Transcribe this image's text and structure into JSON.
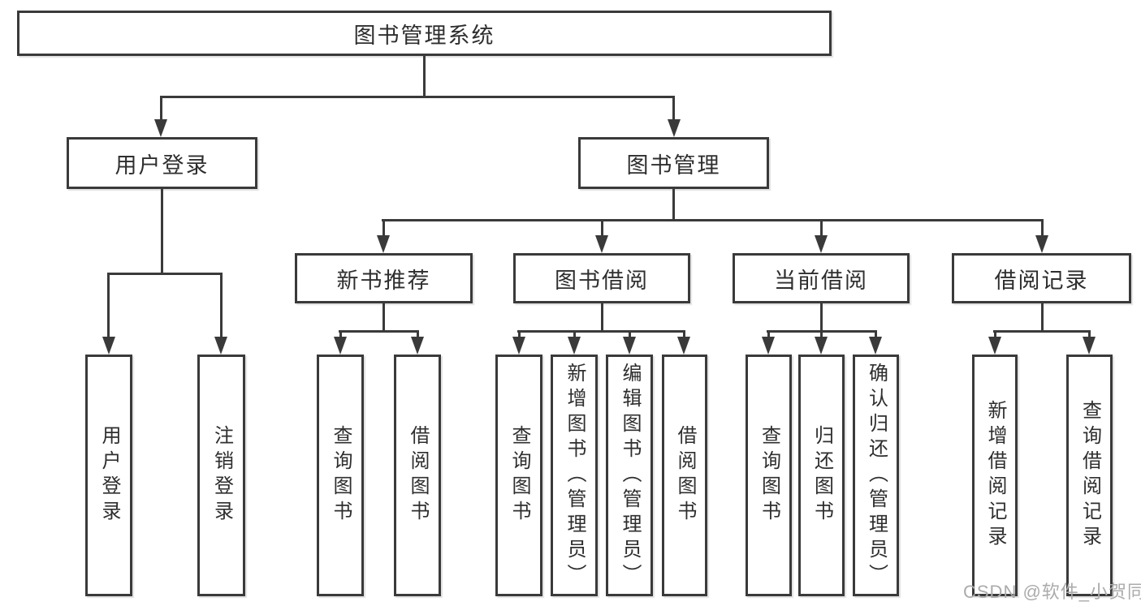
{
  "diagram_title": "图书管理系统",
  "tree": {
    "root": {
      "label": "图书管理系统"
    },
    "children": [
      {
        "label": "用户登录",
        "children": [
          {
            "label": "用户登录"
          },
          {
            "label": "注销登录"
          }
        ]
      },
      {
        "label": "图书管理",
        "children": [
          {
            "label": "新书推荐",
            "children": [
              {
                "label": "查询图书"
              },
              {
                "label": "借阅图书"
              }
            ]
          },
          {
            "label": "图书借阅",
            "children": [
              {
                "label": "查询图书"
              },
              {
                "label": "新增图书（管理员）"
              },
              {
                "label": "编辑图书（管理员）"
              },
              {
                "label": "借阅图书"
              }
            ]
          },
          {
            "label": "当前借阅",
            "children": [
              {
                "label": "查询图书"
              },
              {
                "label": "归还图书"
              },
              {
                "label": "确认归还（管理员）"
              }
            ]
          },
          {
            "label": "借阅记录",
            "children": [
              {
                "label": "新增借阅记录"
              },
              {
                "label": "查询借阅记录"
              }
            ]
          }
        ]
      }
    ]
  },
  "watermark": "CSDN @软件_小贺同学",
  "colors": {
    "line": "#3a3a3a",
    "text": "#2e2e2e",
    "background": "#ffffff",
    "watermark": "#ababab"
  }
}
